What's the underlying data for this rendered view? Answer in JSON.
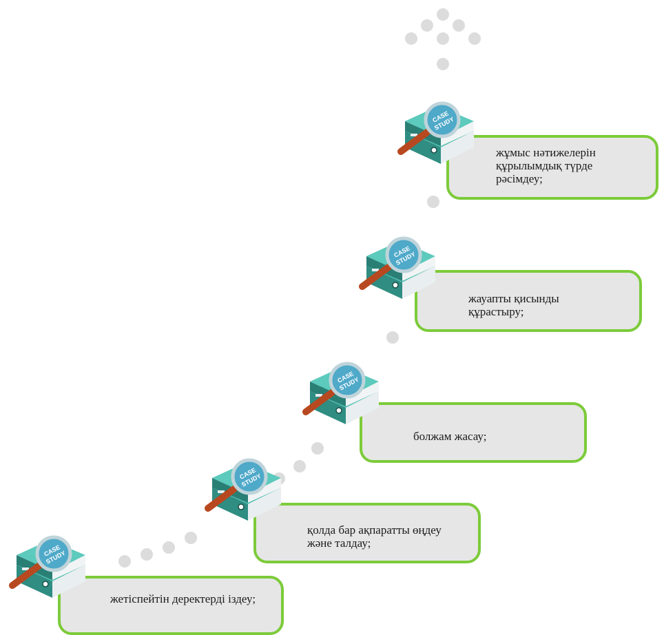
{
  "steps": [
    {
      "text": "жетіспейтін деректерді іздеу;"
    },
    {
      "text": "қолда бар ақпаратты өңдеу және талдау;"
    },
    {
      "text": "болжам жасау;"
    },
    {
      "text": "жауапты қисынды құрастыру;"
    },
    {
      "text": "жұмыс нәтижелерін құрылымдық түрде рәсімдеу;"
    }
  ],
  "icon": {
    "name": "case-study-binder-magnifier",
    "label_line1": "CASE",
    "label_line2": "STUDY"
  },
  "colors": {
    "card_fill": "#e6e6e6",
    "card_border": "#7ccb3a",
    "binder_teal": "#3aa79a",
    "magnifier_handle": "#b8481f",
    "dot": "#dcdcdc"
  }
}
